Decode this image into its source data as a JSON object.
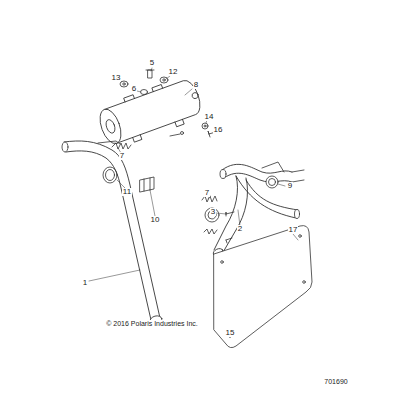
{
  "diagram": {
    "labels": [
      "5",
      "13",
      "12",
      "6",
      "8",
      "14",
      "16",
      "7",
      "11",
      "10",
      "1",
      "9",
      "3",
      "7",
      "2",
      "17",
      "15",
      "© 2016 Polaris Industries Inc.",
      "701690"
    ]
  }
}
